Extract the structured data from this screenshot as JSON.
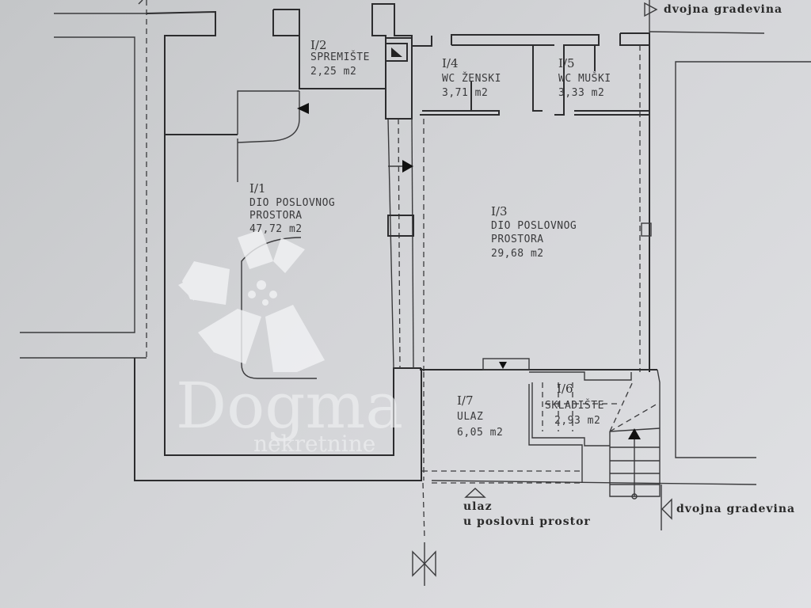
{
  "rooms": [
    {
      "id": "I/1",
      "name_line1": "DIO POSLOVNOG",
      "name_line2": "PROSTORA",
      "area": "47,72 m2"
    },
    {
      "id": "I/2",
      "name_line1": "SPREMIŠTE",
      "area": "2,25 m2"
    },
    {
      "id": "I/3",
      "name_line1": "DIO POSLOVNOG",
      "name_line2": "PROSTORA",
      "area": "29,68 m2"
    },
    {
      "id": "I/4",
      "name_line1": "WC ŽENSKI",
      "area": "3,71 m2"
    },
    {
      "id": "I/5",
      "name_line1": "WC MUŠKI",
      "area": "3,33 m2"
    },
    {
      "id": "I/6",
      "name_line1": "SKLADIŠTE",
      "area": "2,93 m2"
    },
    {
      "id": "I/7",
      "name_line1": "ULAZ",
      "area": "6,05 m2"
    }
  ],
  "annotations": {
    "neighbor_top": "dvojna gradevina",
    "neighbor_bottom": "dvojna gradevina",
    "entrance_line1": "ulaz",
    "entrance_line2": "u poslovni prostor"
  },
  "watermark": {
    "brand": "Dogma",
    "tagline": "nekretnine"
  },
  "colors": {
    "line": "#2c2c2e",
    "paper": "#d3d4d7",
    "watermark": "#f2f3f5"
  }
}
